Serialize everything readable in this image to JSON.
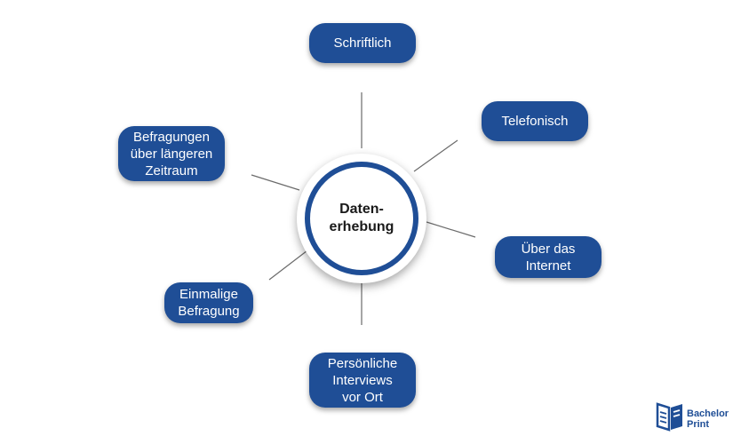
{
  "center": {
    "label": "Daten-\nerhebung"
  },
  "nodes": [
    {
      "id": "schriftlich",
      "label": "Schriftlich"
    },
    {
      "id": "telefonisch",
      "label": "Telefonisch"
    },
    {
      "id": "internet",
      "label": "Über das\nInternet"
    },
    {
      "id": "persoenlich",
      "label": "Persönliche\nInterviews\nvor Ort"
    },
    {
      "id": "einmalig",
      "label": "Einmalige\nBefragung"
    },
    {
      "id": "laengerer-zeitraum",
      "label": "Befragungen\nüber längeren\nZeitraum"
    }
  ],
  "logo": {
    "text": "Bachelor\nPrint"
  },
  "colors": {
    "accent": "#1f4e96",
    "line": "#6b6b6b"
  }
}
